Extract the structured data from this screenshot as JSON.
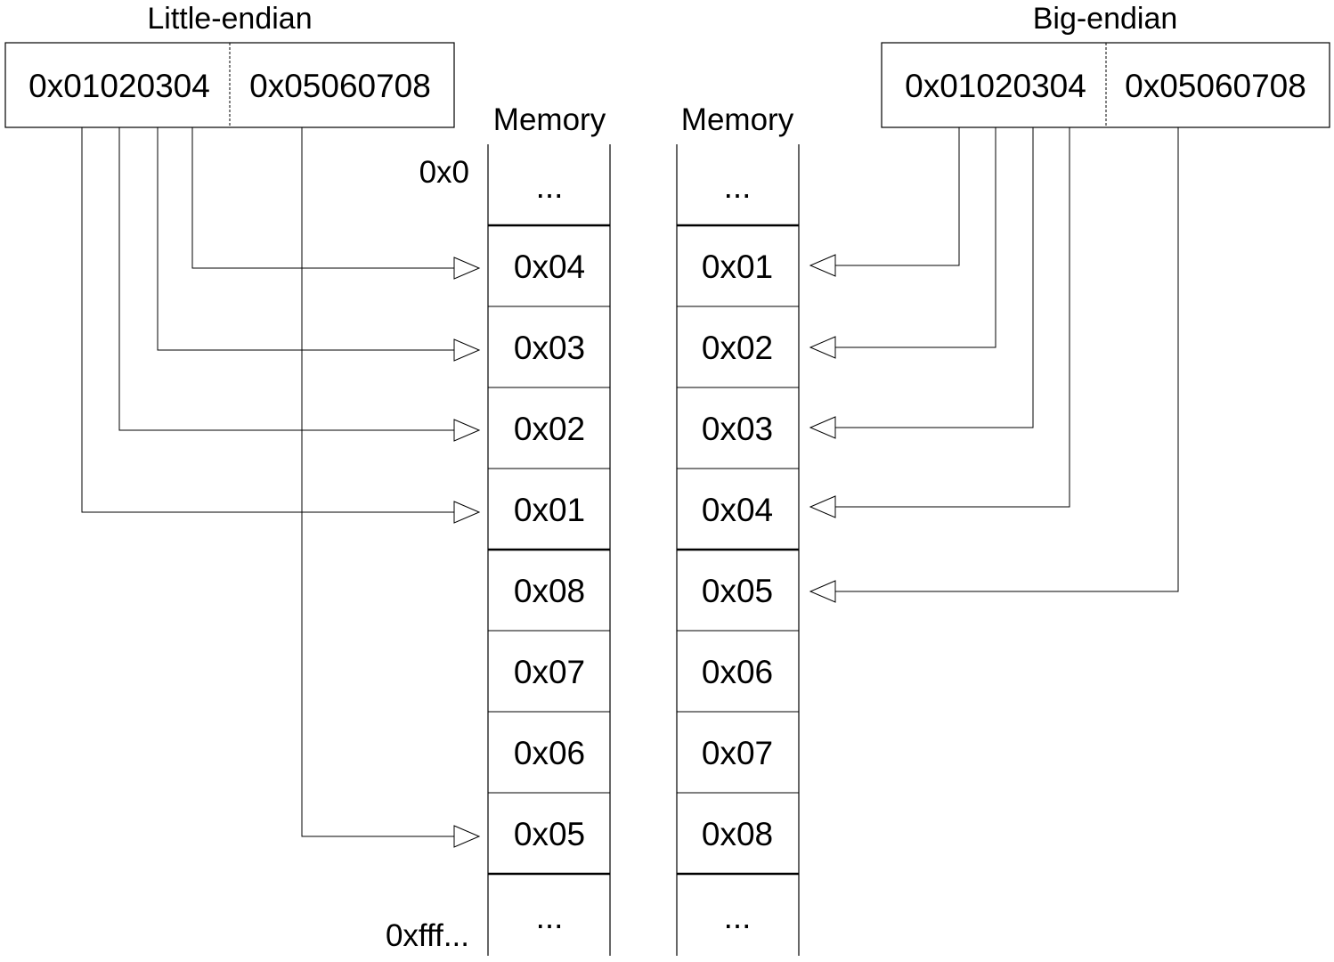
{
  "little_endian": {
    "title": "Little-endian",
    "words": [
      "0x01020304",
      "0x05060708"
    ],
    "memory_label": "Memory",
    "address_start": "0x0",
    "address_end": "0xfff...",
    "cells": [
      "...",
      "0x04",
      "0x03",
      "0x02",
      "0x01",
      "0x08",
      "0x07",
      "0x06",
      "0x05",
      "..."
    ]
  },
  "big_endian": {
    "title": "Big-endian",
    "words": [
      "0x01020304",
      "0x05060708"
    ],
    "memory_label": "Memory",
    "cells": [
      "...",
      "0x01",
      "0x02",
      "0x03",
      "0x04",
      "0x05",
      "0x06",
      "0x07",
      "0x08",
      "..."
    ]
  },
  "colors": {
    "line": "#000000",
    "background": "#ffffff"
  }
}
